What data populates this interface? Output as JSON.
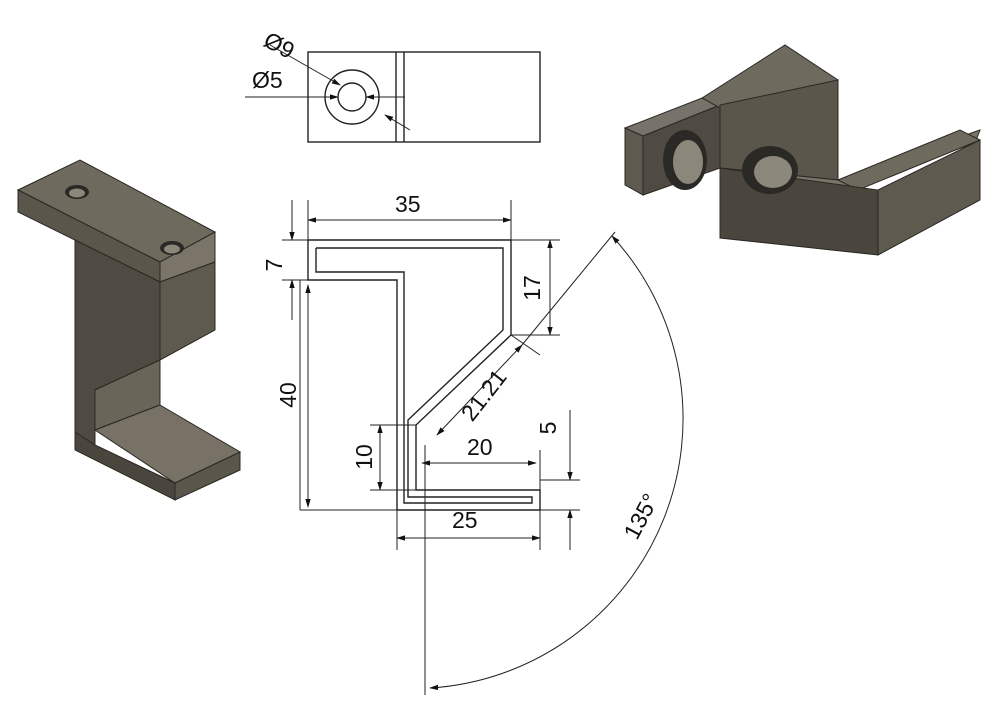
{
  "dimensions": {
    "hole_outer": "Ø9",
    "hole_inner": "Ø5",
    "width_top": "35",
    "thickness": "7",
    "height_total": "40",
    "upper_vertical": "17",
    "slant_length": "21.21",
    "bottom_depth": "10",
    "bottom_width": "20",
    "foot_thickness": "5",
    "base_width": "25",
    "angle": "135°"
  },
  "colors": {
    "part_top": "#6f6a5e",
    "part_front": "#4f4b42",
    "part_side": "#5e5a50",
    "part_edge": "#2a2823",
    "hole_inner": "#8c877b"
  }
}
